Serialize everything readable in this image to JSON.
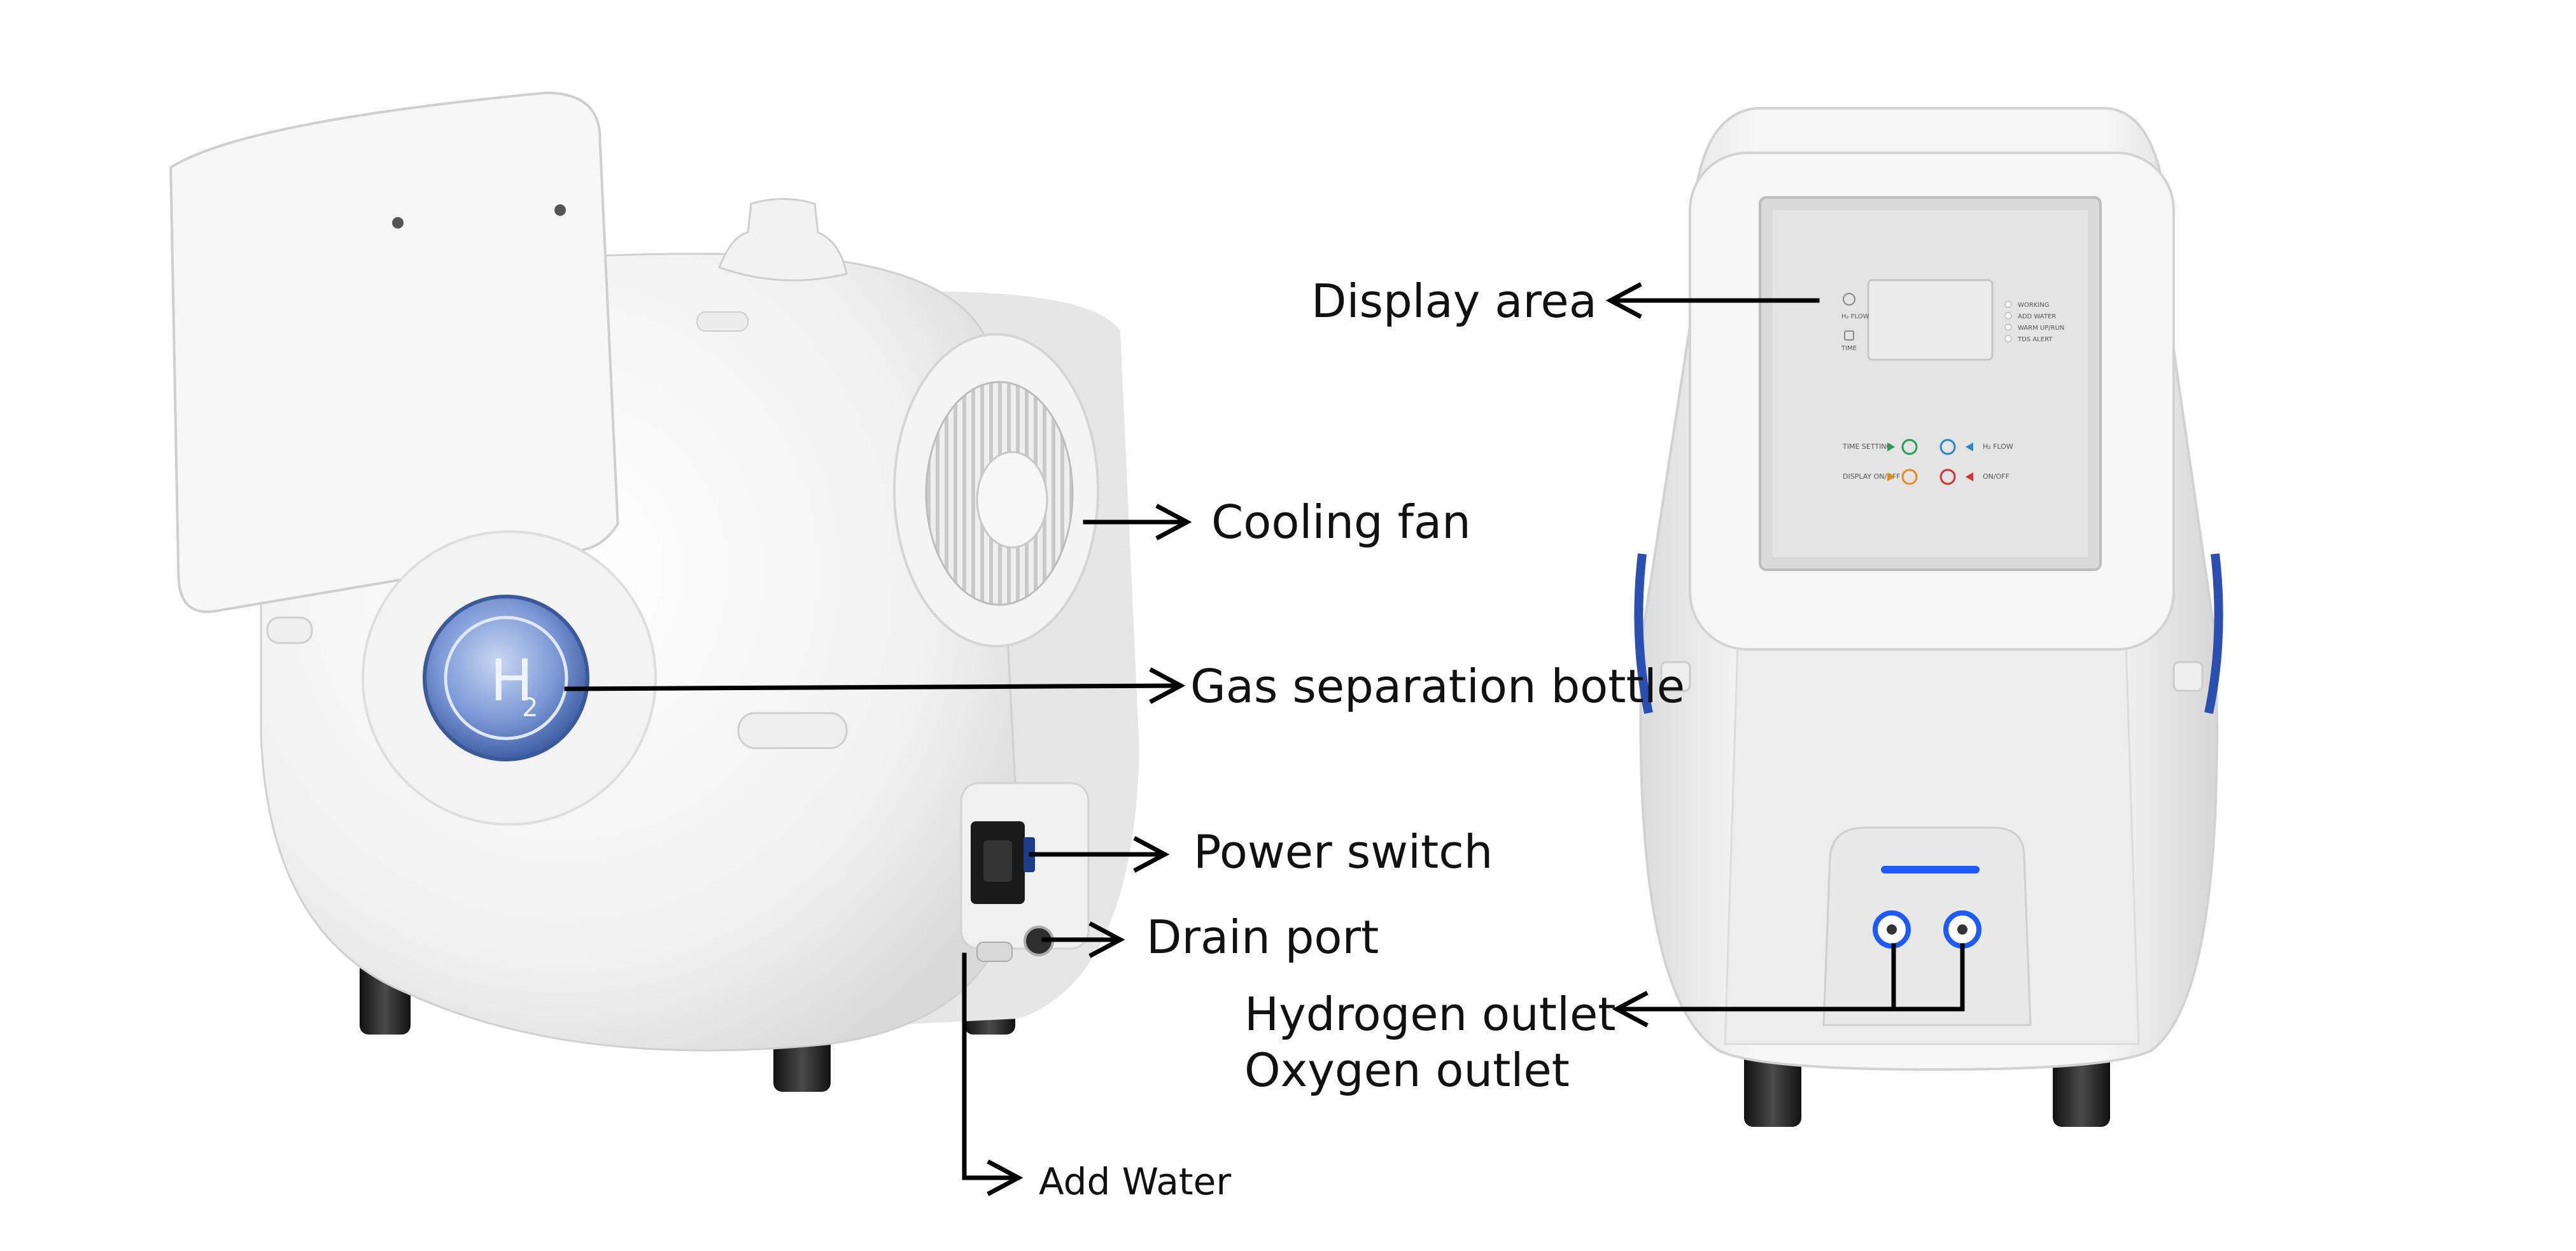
{
  "labels": {
    "display_area": "Display area",
    "cooling_fan": "Cooling fan",
    "gas_separation_bottle": "Gas separation bottle",
    "power_switch": "Power switch",
    "drain_port": "Drain port",
    "hydrogen_outlet": "Hydrogen outlet",
    "oxygen_outlet": "Oxygen outlet",
    "add_water": "Add Water"
  },
  "bottle_mark": "H",
  "bottle_mark_sub": "2",
  "panel": {
    "left_icons": [
      "H₂ FLOW",
      "TIME"
    ],
    "status_items": [
      "WORKING",
      "ADD WATER",
      "WARM UP/RUN",
      "TDS ALERT"
    ],
    "row1_left": "TIME SETTING",
    "row1_right": "H₂ FLOW",
    "row2_left": "DISPLAY ON/OFF",
    "row2_right": "ON/OFF"
  },
  "colors": {
    "device_body": "#f4f4f4",
    "bottle_blue": "#6f8fd0",
    "led_blue": "#1e5bff",
    "foot": "#2a2a2a",
    "arrow": "#000000"
  }
}
